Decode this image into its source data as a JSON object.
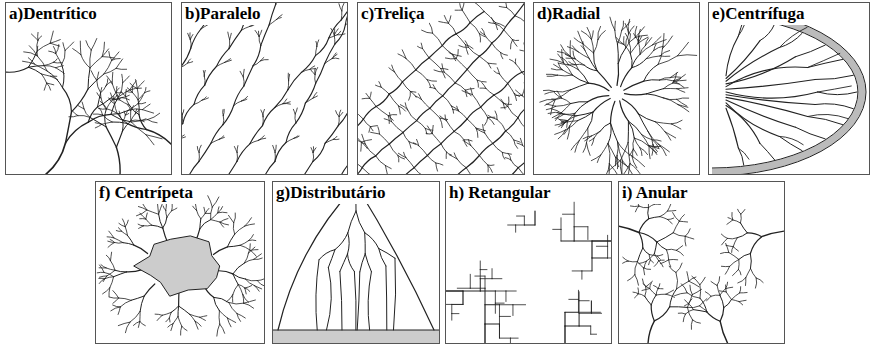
{
  "diagram": {
    "nodes": [
      {
        "text": [
          "a)Dentrítico"
        ]
      },
      {
        "text": [
          "b)Paralelo"
        ]
      },
      {
        "text": [
          "c)Treliça"
        ]
      },
      {
        "text": [
          "d)Radial"
        ]
      },
      {
        "text": [
          "e)Centrífuga"
        ]
      },
      {
        "text": [
          "f) Centrípeta"
        ]
      },
      {
        "text": [
          "g)Distributário"
        ]
      },
      {
        "text": [
          "h) Retangular"
        ]
      },
      {
        "text": [
          "i) Anular"
        ]
      }
    ]
  }
}
